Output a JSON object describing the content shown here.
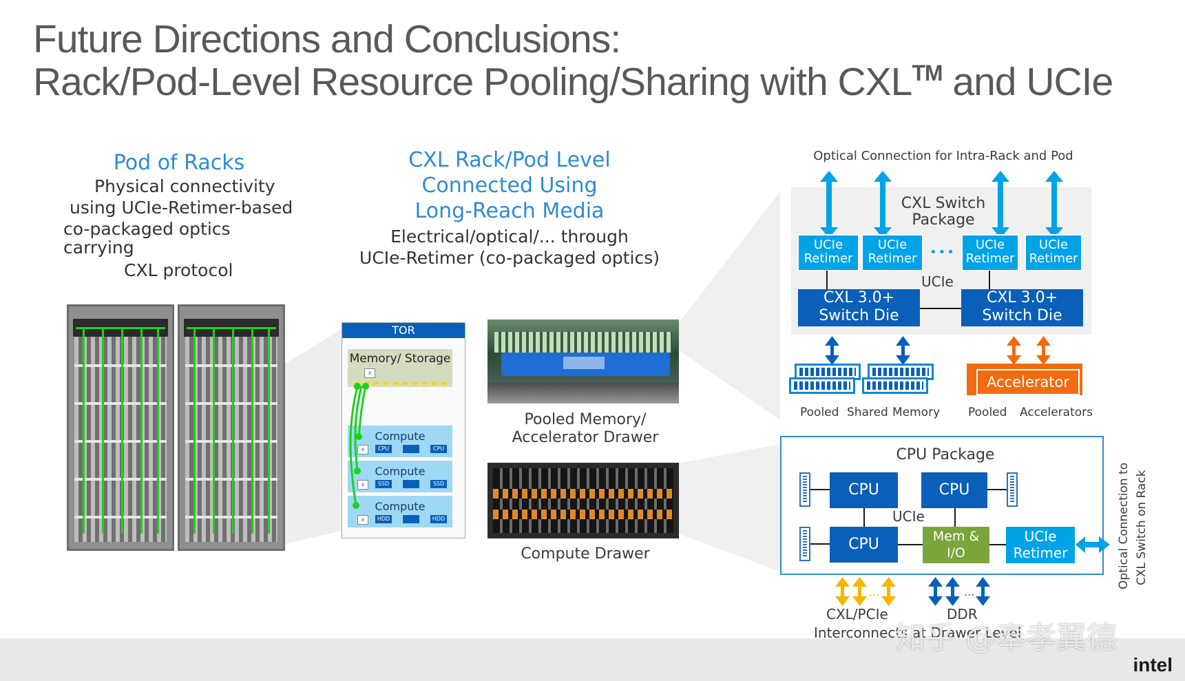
{
  "title": {
    "line1": "Future Directions and Conclusions:",
    "line2": "Rack/Pod-Level Resource Pooling/Sharing with CXL",
    "tm": "TM",
    "line2_end": " and UCIe"
  },
  "pod": {
    "heading": "Pod of Racks",
    "desc1": "Physical connectivity",
    "desc2": "using UCIe-Retimer-based",
    "desc3": "co-packaged optics",
    "desc4": "carrying",
    "desc5": "CXL protocol"
  },
  "cxl_rack": {
    "heading1": "CXL Rack/Pod Level",
    "heading2": "Connected Using",
    "heading3": "Long-Reach Media",
    "desc1": "Electrical/optical/... through",
    "desc2": "UCIe-Retimer (co-packaged optics)"
  },
  "tor": {
    "label": "TOR",
    "memory_storage": "Memory/  Storage",
    "x": "x",
    "slots": [
      {
        "label": "Compute",
        "chip_left": "CPU",
        "chip_right": "CPU"
      },
      {
        "label": "Compute",
        "chip_left": "SSD",
        "chip_right": "SSD"
      },
      {
        "label": "Compute",
        "chip_left": "HDD",
        "chip_right": "HDD"
      }
    ]
  },
  "drawers": {
    "pooled_label1": "Pooled Memory/",
    "pooled_label2": "Accelerator  Drawer",
    "compute_label": "Compute Drawer"
  },
  "switch": {
    "optical_label": "Optical Connection for Intra-Rack and Pod",
    "package_label1": "CXL  Switch",
    "package_label2": "Package",
    "retimers": [
      "UCIe\nRetimer",
      "UCIe\nRetimer",
      "UCIe\nRetimer",
      "UCIe\nRetimer"
    ],
    "retimer_line1": "UCIe",
    "retimer_line2": "Retimer",
    "ellipsis": "•••",
    "ucie": "UCIe",
    "die_left1": "CXL 3.0+",
    "die_left2": "Switch Die",
    "die_right1": "CXL 3.0+",
    "die_right2": "Switch Die",
    "accelerator": "Accelerator",
    "pooled": "Pooled",
    "shared": "Shared",
    "memory": "Memory",
    "pooled2": "Pooled",
    "accelerators": "Accelerators"
  },
  "cpu_pkg": {
    "label": "CPU  Package",
    "cpu": "CPU",
    "ucie": "UCIe",
    "mem_io1": "Mem &",
    "mem_io2": "I/O",
    "ret1": "UCIe",
    "ret2": "Retimer",
    "side1": "Optical  Connection  to",
    "side2": "CXL  Switch  on  Rack",
    "bottom_left1": "CXL/PCIe",
    "bottom_left2": "Interconnects at Drawer Level",
    "bottom_right": "DDR",
    "dots": "..."
  },
  "watermark": "知乎 @奉孝翼德",
  "brand": "intel",
  "colors": {
    "title_gray": "#595959",
    "heading_blue": "#2f8ad6",
    "retimer_cyan": "#00a3e8",
    "die_blue": "#0a5fb8",
    "accelerator_orange": "#f26b0f",
    "memio_green": "#7aa53a",
    "arrow_yellow": "#f7b500",
    "rack_green": "#1fd11f"
  }
}
